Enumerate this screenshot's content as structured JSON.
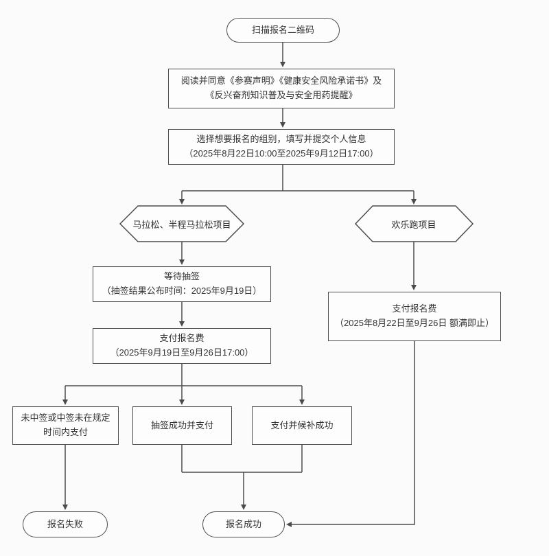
{
  "colors": {
    "line": "#4c4c4c",
    "text": "#333333",
    "node_fill": "#fdfdfd",
    "background": "#fbfbfb"
  },
  "nodes": {
    "scan": {
      "label": "扫描报名二维码"
    },
    "agree": {
      "line1": "阅读并同意《参赛声明》《健康安全风险承诺书》及",
      "line2": "《反兴奋剂知识普及与安全用药提醒》"
    },
    "select": {
      "line1": "选择想要报名的组别，填写并提交个人信息",
      "line2": "（2025年8月22日10:00至2025年9月12日17:00）"
    },
    "marathon_branch": {
      "label": "马拉松、半程马拉松项目"
    },
    "funrun_branch": {
      "label": "欢乐跑项目"
    },
    "lottery": {
      "line1": "等待抽签",
      "line2": "（抽签结果公布时间：2025年9月19日）"
    },
    "pay_marathon": {
      "line1": "支付报名费",
      "line2": "（2025年9月19日至9月26日17:00）"
    },
    "pay_funrun": {
      "line1": "支付报名费",
      "line2": "（2025年8月22日至9月26日 额满即止）"
    },
    "not_paid": {
      "line1": "未中签或中签未在规定",
      "line2": "时间内支付"
    },
    "lottery_paid": {
      "label": "抽签成功并支付"
    },
    "waitlist_paid": {
      "label": "支付并候补成功"
    },
    "fail": {
      "label": "报名失败"
    },
    "success": {
      "label": "报名成功"
    }
  }
}
